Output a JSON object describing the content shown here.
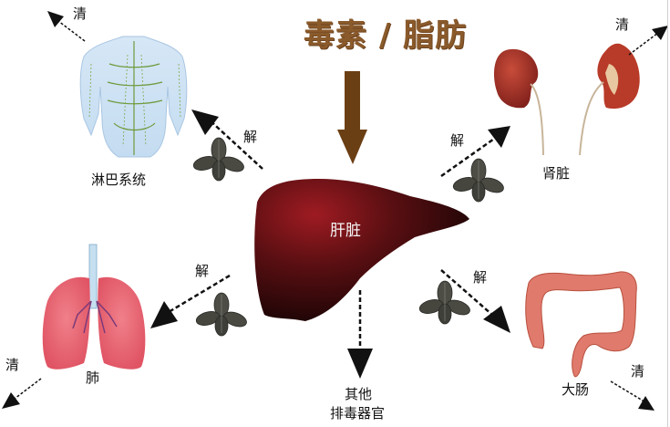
{
  "title": "毒素 / 脂肪",
  "center_organ": {
    "label": "肝脏"
  },
  "organs": [
    {
      "id": "lymphatic",
      "label": "淋巴系统",
      "clear_label": "清",
      "detox_label": "解"
    },
    {
      "id": "kidney",
      "label": "肾脏",
      "clear_label": "清",
      "detox_label": "解"
    },
    {
      "id": "lung",
      "label": "肺",
      "clear_label": "清",
      "detox_label": "解"
    },
    {
      "id": "colon",
      "label": "大肠",
      "clear_label": "清",
      "detox_label": "解"
    }
  ],
  "other": {
    "label_line1": "其他",
    "label_line2": "排毒器官"
  },
  "colors": {
    "title": "#8a5a2b",
    "input_arrow": "#6b3f14",
    "liver": "#5a0f12",
    "arrow": "#111111",
    "leaf": "#4a4a44",
    "lung": "#e8707a",
    "kidney": "#b8402e",
    "colon": "#e08070",
    "lymph_body": "#cfe2f3"
  }
}
